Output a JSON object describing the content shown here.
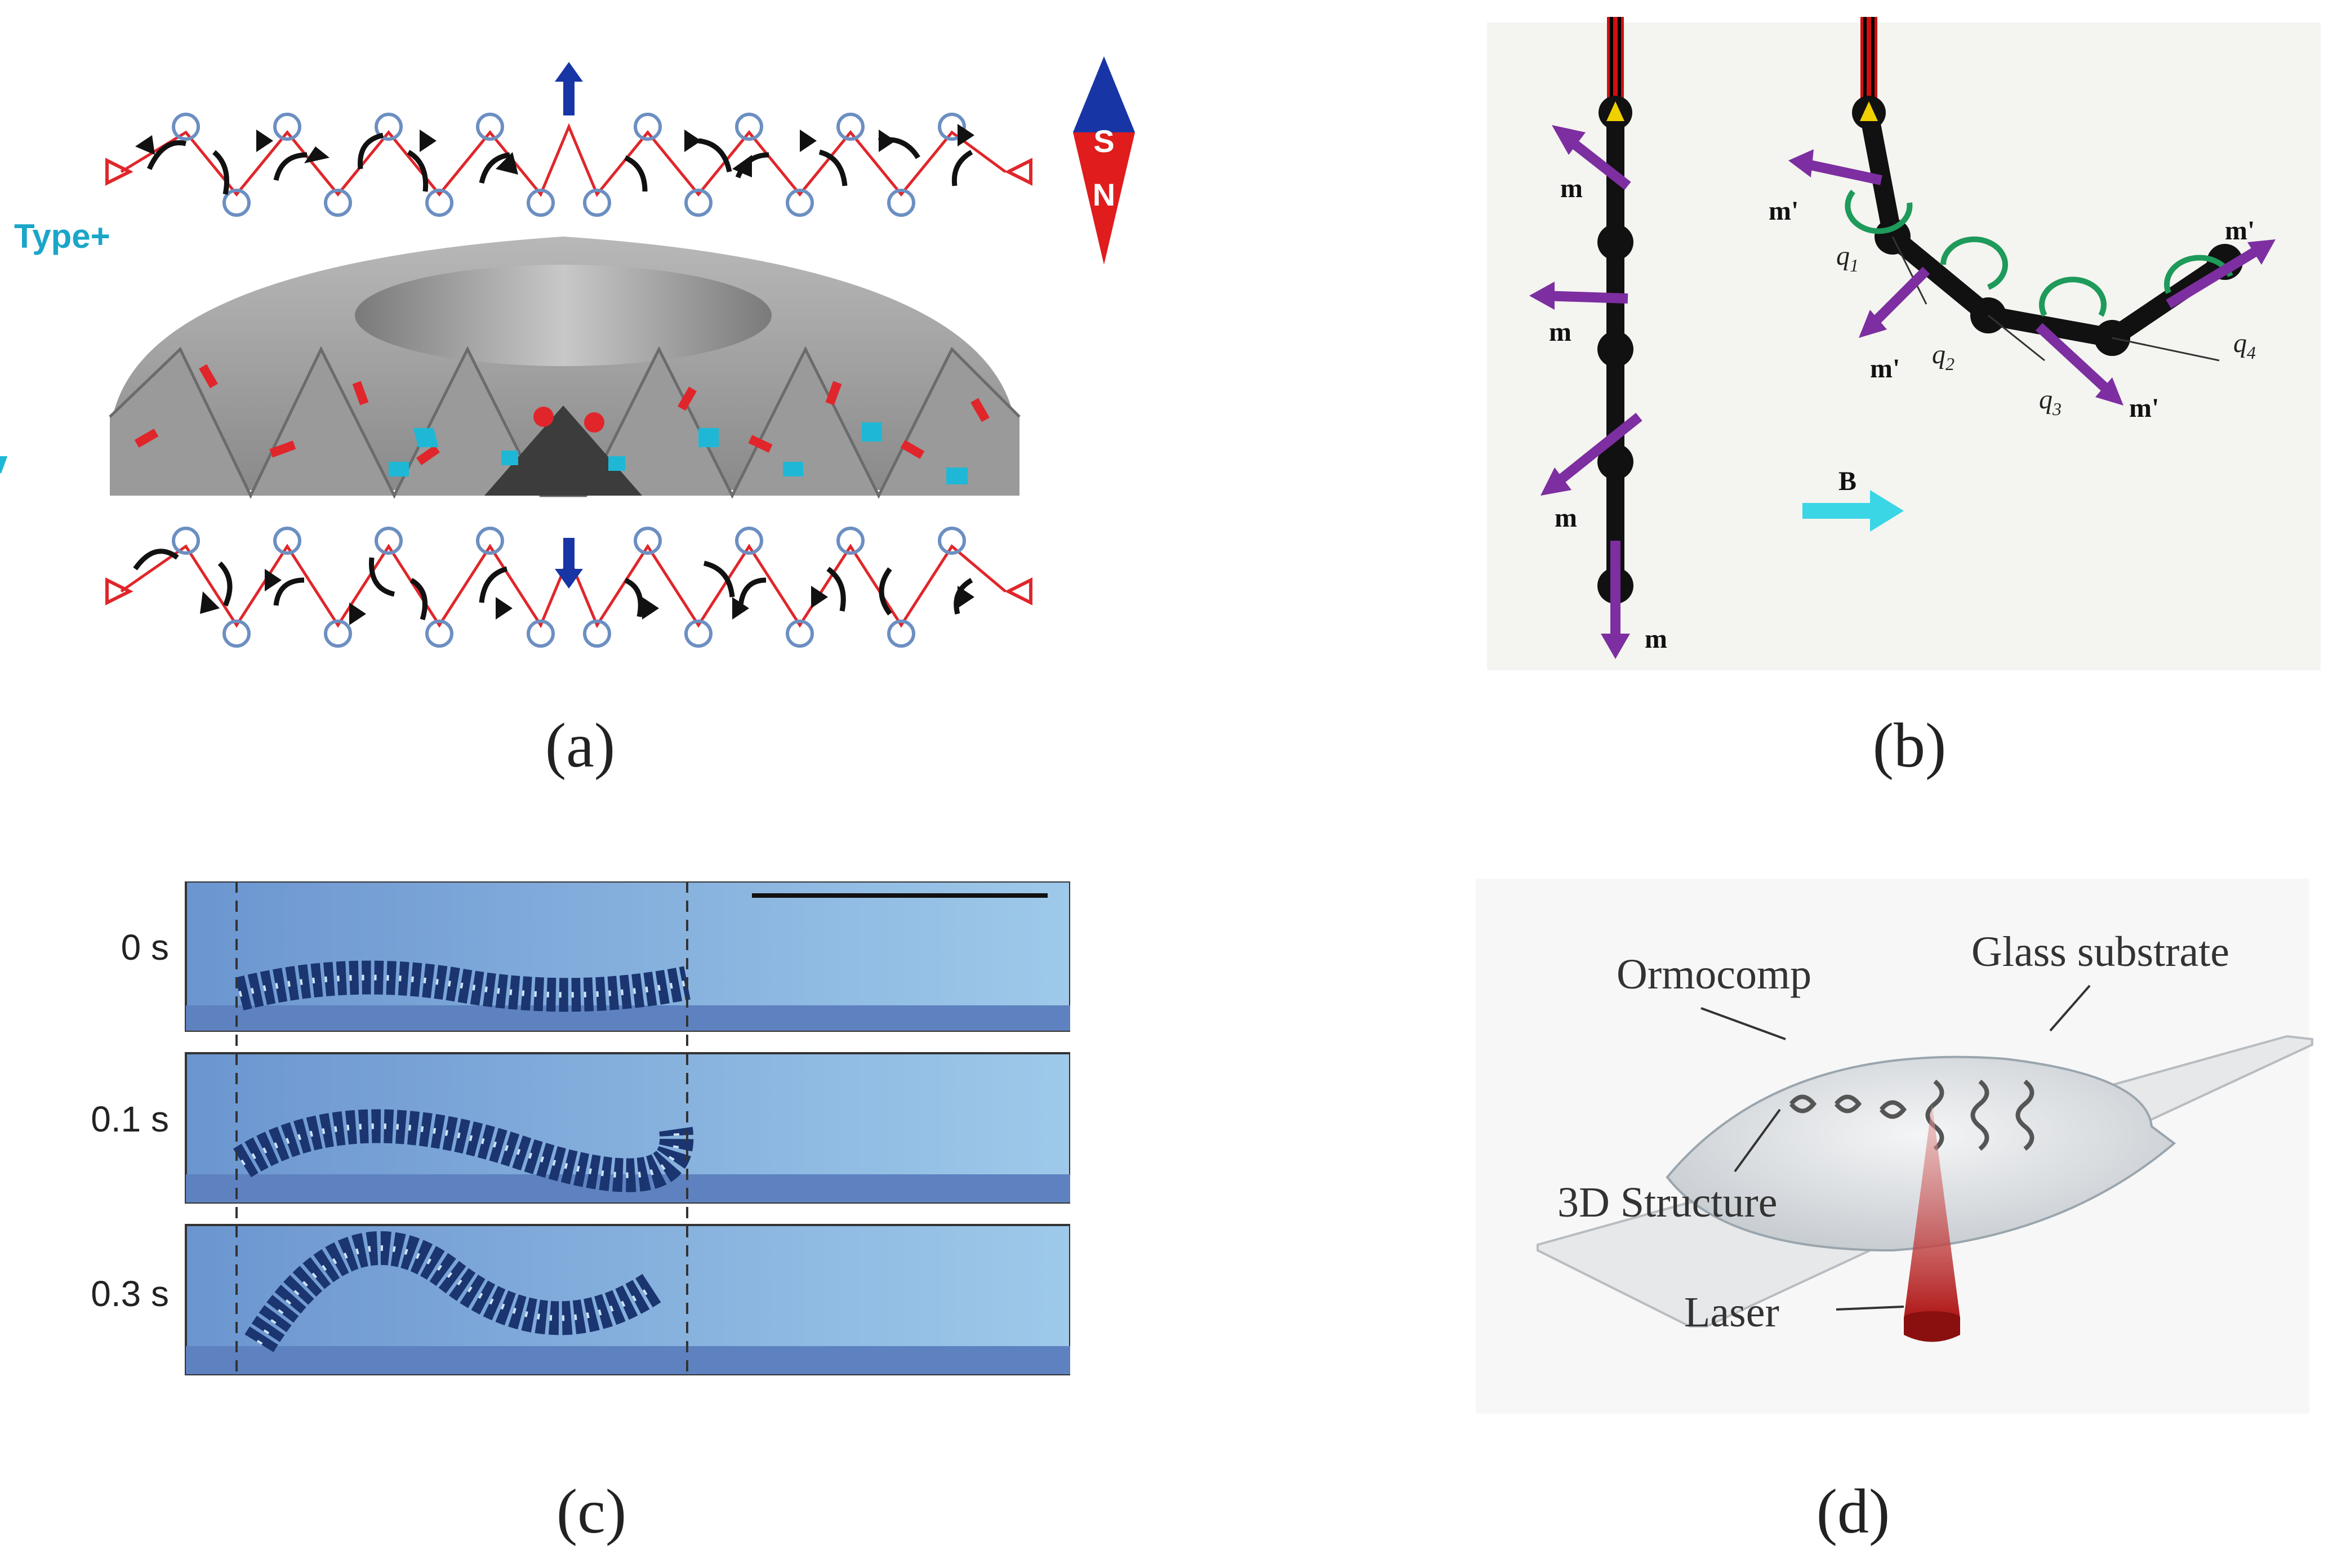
{
  "panel_a": {
    "type_label": "Type+",
    "magnet_s": "S",
    "magnet_n": "N",
    "caption": "(a)",
    "colors": {
      "chain": "#e0262a",
      "arrow": "#111111",
      "hinge": "#6c8fc2",
      "cyan": "#1eb8d6",
      "magnet_blue": "#1835a6",
      "magnet_red": "#e01c1c",
      "type_text": "#1aa6c8"
    }
  },
  "panel_b": {
    "m_label": "m",
    "m_prime_label": "m'",
    "q1": "q",
    "q1_sub": "1",
    "q2": "q",
    "q2_sub": "2",
    "q3": "q",
    "q3_sub": "3",
    "q4": "q",
    "q4_sub": "4",
    "field_label": "B",
    "caption": "(b)",
    "colors": {
      "moment": "#7d2ea0",
      "rotation": "#1e9a5a",
      "field": "#3ad6e6",
      "rod": "#111111",
      "tip": "#f0d000",
      "wire": "#d01010"
    }
  },
  "panel_c": {
    "frames": [
      {
        "time": "0 s"
      },
      {
        "time": "0.1 s"
      },
      {
        "time": "0.3 s"
      }
    ],
    "caption": "(c)",
    "colors": {
      "background": "#6f9fd0",
      "robot": "#1a3570"
    }
  },
  "panel_d": {
    "labels": {
      "ormocomp": "Ormocomp",
      "glass": "Glass substrate",
      "structure": "3D Structure",
      "laser": "Laser"
    },
    "caption": "(d)",
    "colors": {
      "laser": "#b01818",
      "glass": "#e6e8ea"
    }
  }
}
